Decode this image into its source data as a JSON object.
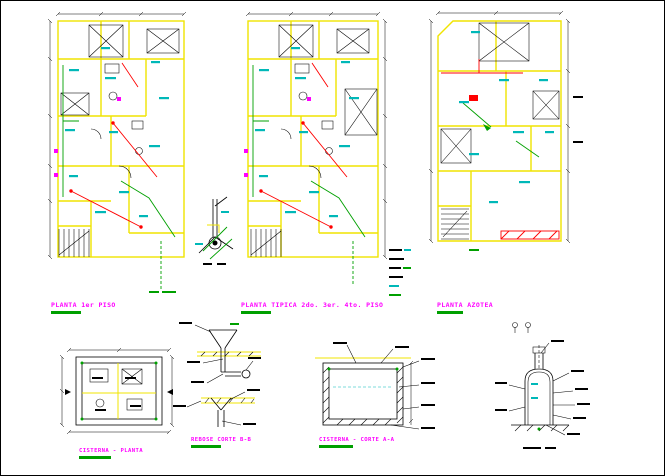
{
  "sheet": {
    "background": "#ffffff",
    "border_color": "#000000"
  },
  "palette": {
    "walls": "#f0e400",
    "electrical": "#ff0000",
    "plumbing": "#00a000",
    "labels": "#00b8b8",
    "titles": "#ff00ff",
    "linework": "#000000",
    "background": "#ffffff"
  },
  "plans": {
    "first_floor": {
      "title": "PLANTA 1er PISO"
    },
    "typical": {
      "title": "PLANTA TIPICA 2do. 3er. 4to. PISO"
    },
    "roof": {
      "title": "PLANTA AZOTEA"
    }
  },
  "details": {
    "cistern_plan": {
      "title": "CISTERNA - PLANTA"
    },
    "overflow_section": {
      "title": "REBOSE CORTE B-B"
    },
    "cistern_section": {
      "title": "CISTERNA - CORTE A-A"
    }
  }
}
